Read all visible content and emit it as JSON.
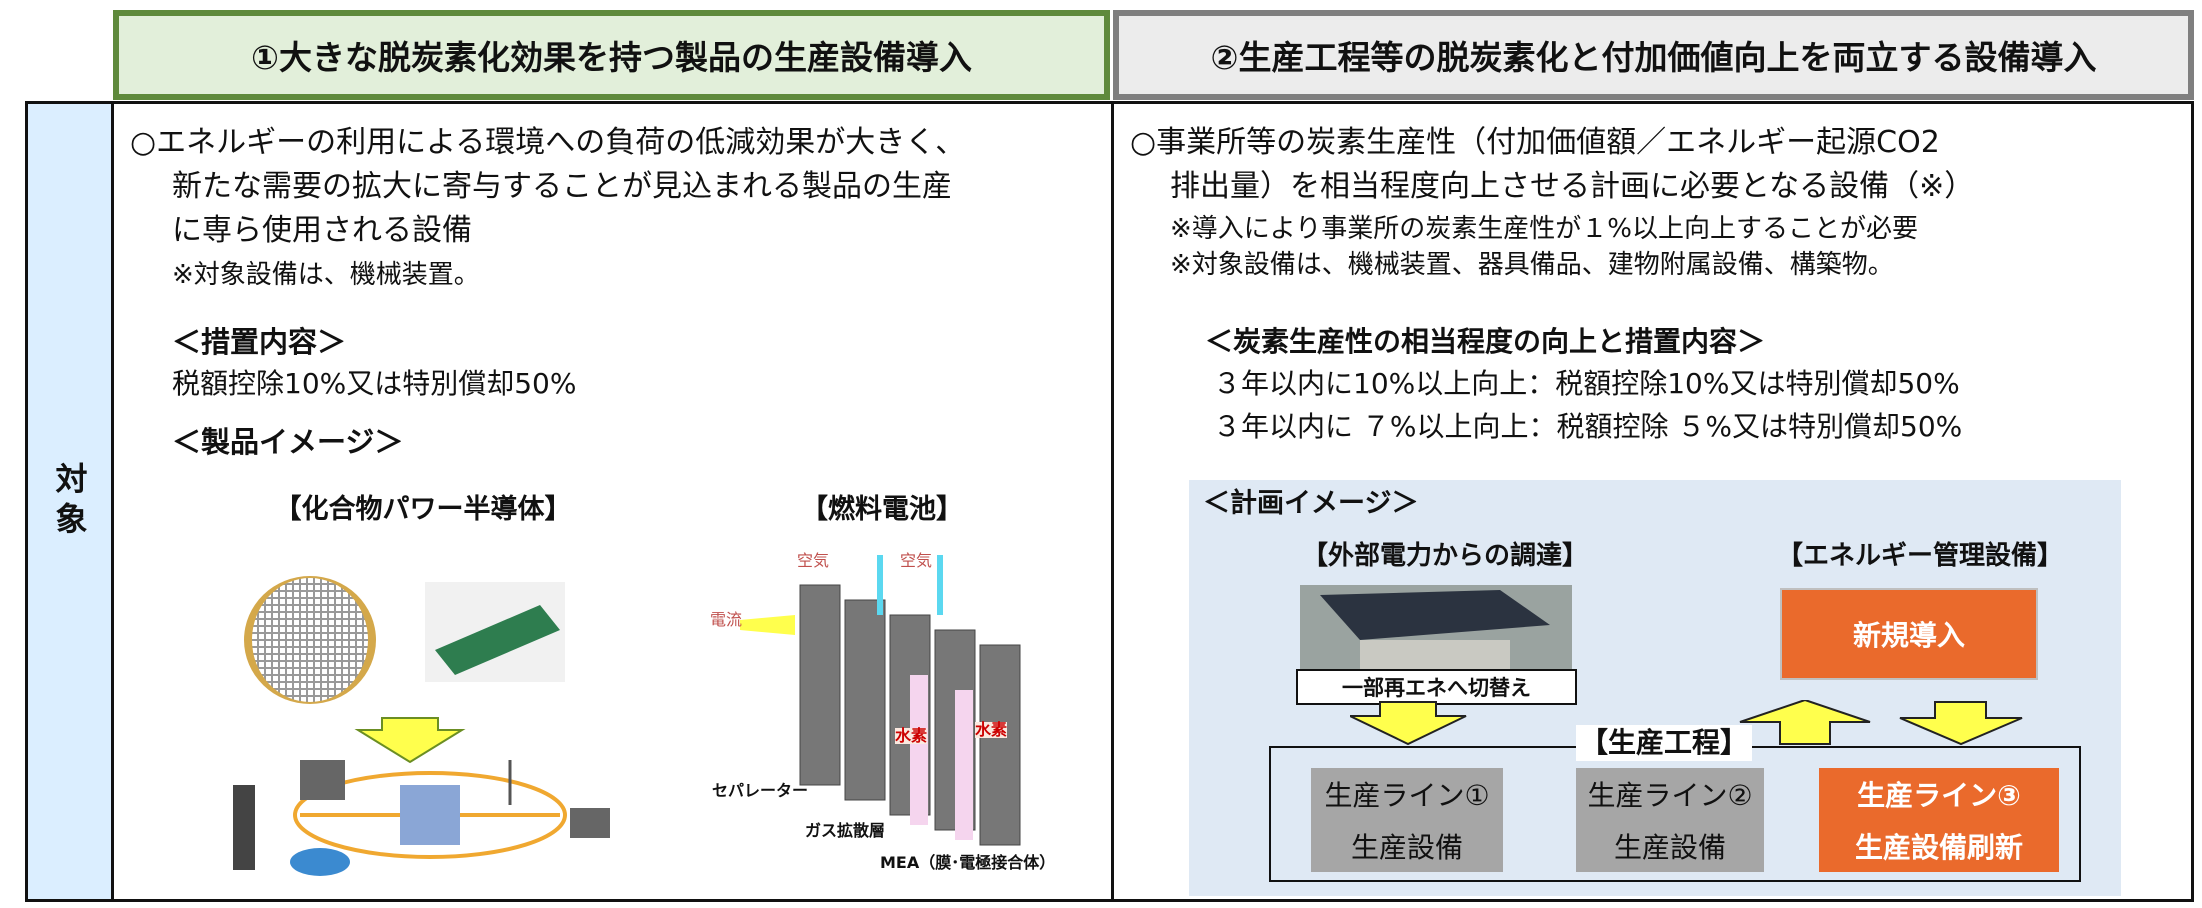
{
  "headers": {
    "left": "①大きな脱炭素化効果を持つ製品の生産設備導入",
    "right": "②生産工程等の脱炭素化と付加価値向上を両立する設備導入"
  },
  "row_label": "対象",
  "left": {
    "lines": [
      "○エネルギーの利用による環境への負荷の低減効果が大きく、",
      "新たな需要の拡大に寄与することが見込まれる製品の生産",
      "に専ら使用される設備"
    ],
    "note": "※対象設備は、機械装置。",
    "measure_heading": "＜措置内容＞",
    "measure": "税額控除10%又は特別償却50%",
    "image_heading": "＜製品イメージ＞",
    "product1": "【化合物パワー半導体】",
    "product2": "【燃料電池】",
    "fuel_cell_labels": {
      "air1": "空気",
      "air2": "空気",
      "current": "電流",
      "h1": "水素",
      "h2": "水素",
      "separator": "セパレーター",
      "gdl": "ガス拡散層",
      "mea": "MEA（膜･電極接合体）"
    }
  },
  "right": {
    "lines": [
      "○事業所等の炭素生産性（付加価値額／エネルギー起源CO2",
      "排出量）を相当程度向上させる計画に必要となる設備（※）"
    ],
    "notes": [
      "※導入により事業所の炭素生産性が１%以上向上することが必要",
      "※対象設備は、機械装置、器具備品、建物附属設備、構築物。"
    ],
    "measure_heading": "＜炭素生産性の相当程度の向上と措置内容＞",
    "measures": [
      "３年以内に10%以上向上：税額控除10%又は特別償却50%",
      "３年以内に ７%以上向上：税額控除 ５%又は特別償却50%"
    ],
    "plan": {
      "heading": "＜計画イメージ＞",
      "external": "【外部電力からの調達】",
      "external_caption": "一部再エネへ切替え",
      "energy": "【エネルギー管理設備】",
      "new": "新規導入",
      "process": "【生産工程】",
      "lines": [
        {
          "name": "生産ライン①",
          "equip": "生産設備"
        },
        {
          "name": "生産ライン②",
          "equip": "生産設備"
        },
        {
          "name": "生産ライン③",
          "equip": "生産設備刷新"
        }
      ]
    }
  },
  "colors": {
    "green": "#5f8a3c",
    "orange": "#ea6a2c",
    "gray": "#a6a6a6",
    "yellow": "#ffff4d"
  }
}
